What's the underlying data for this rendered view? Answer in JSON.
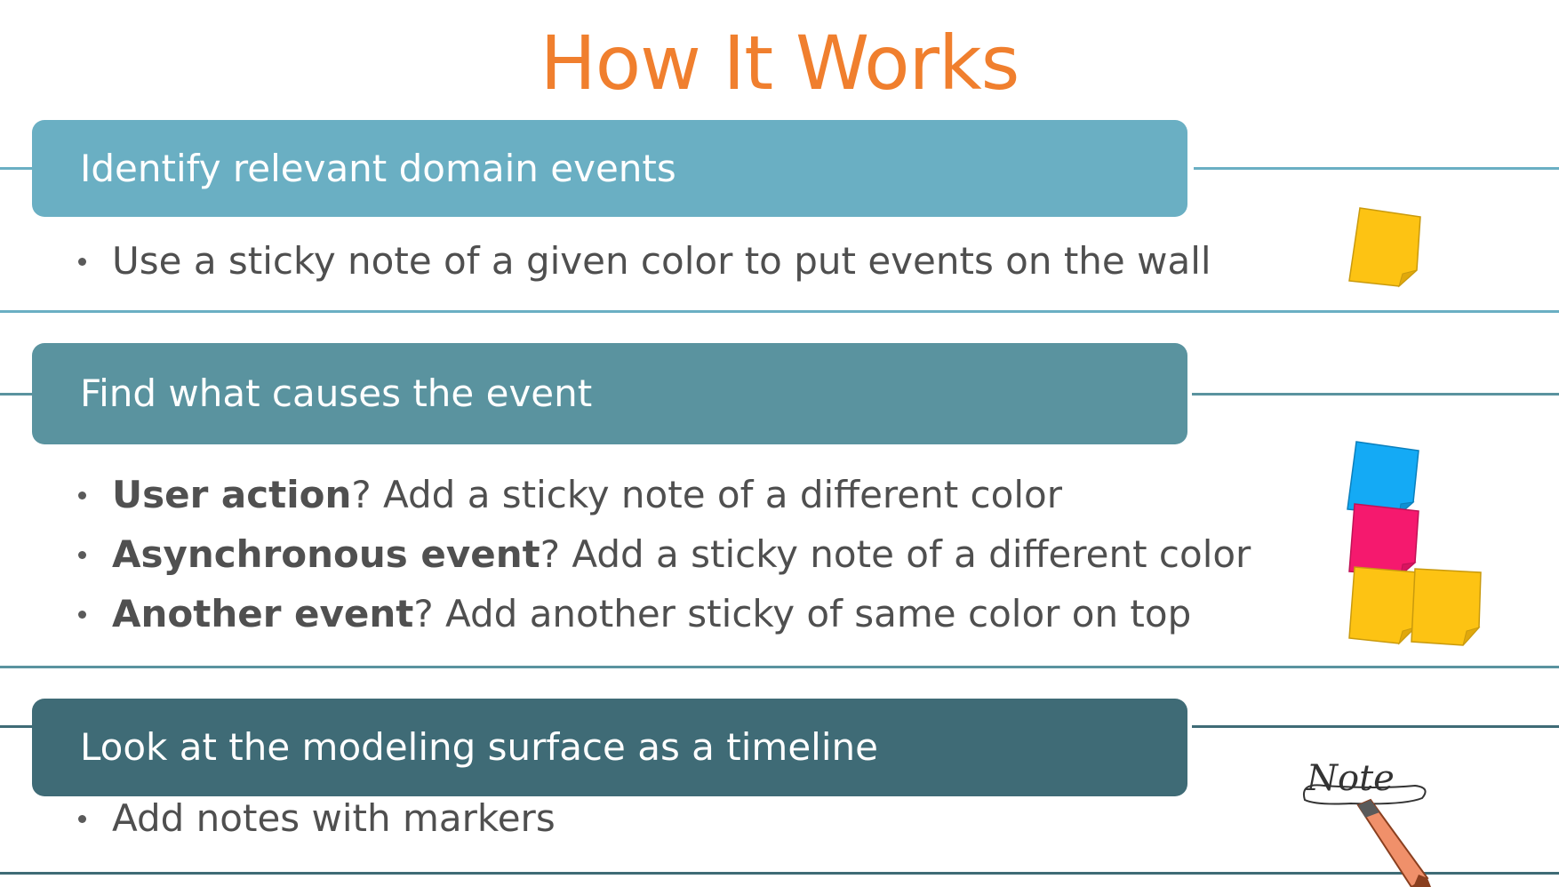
{
  "title": "How It Works",
  "sections": [
    {
      "heading": "Identify relevant domain events",
      "bullets": [
        {
          "bold": "",
          "text": "Use a sticky note of a given color to put events on the wall"
        }
      ]
    },
    {
      "heading": "Find what causes the event",
      "bullets": [
        {
          "bold": "User action",
          "text": "? Add a sticky note of a different color"
        },
        {
          "bold": "Asynchronous event",
          "text": "? Add a sticky note of a different  color"
        },
        {
          "bold": "Another event",
          "text": "? Add another sticky of same color on top"
        }
      ]
    },
    {
      "heading": "Look at the modeling surface as a timeline",
      "bullets": [
        {
          "bold": "",
          "text": "Add notes with markers"
        }
      ]
    }
  ],
  "illustration": {
    "note_label": "Note"
  },
  "colors": {
    "title": "#f07f2e",
    "band1": "#6aafc3",
    "band2": "#5a939f",
    "band3": "#3f6b76",
    "rule": "#6aafc3",
    "rule_dark": "#3f6b76",
    "sticky_yellow": "#fdc313",
    "sticky_blue": "#14aaf5",
    "sticky_pink": "#f5196e",
    "marker": "#f0906a"
  }
}
